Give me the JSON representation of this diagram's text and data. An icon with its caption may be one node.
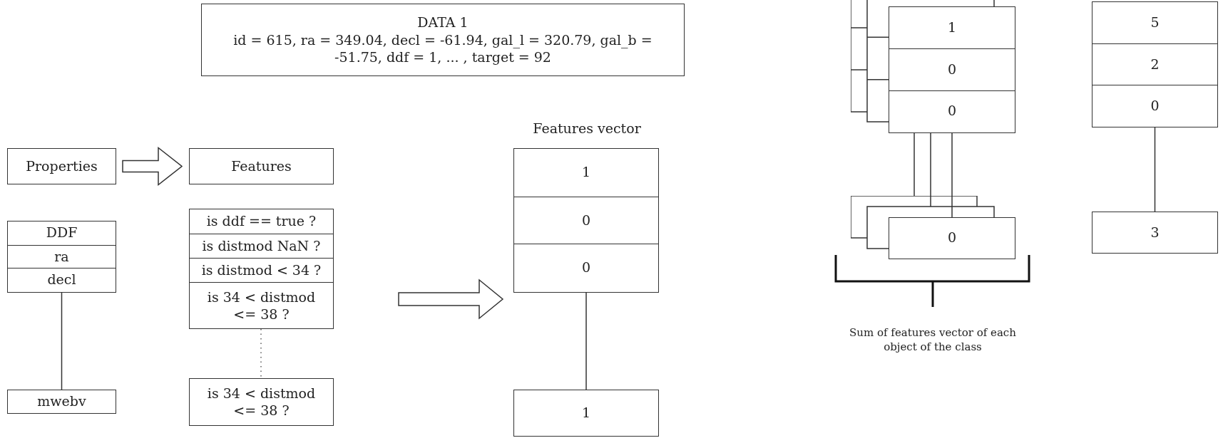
{
  "diagram": {
    "nodes": [
      {
        "text": [
          "DATA 1",
          "id = 615, ra = 349.04, decl = -61.94, gal_l = 320.79, gal_b = -51.75, ddf = 1, ... , target = 92"
        ]
      },
      {
        "text": [
          "Properties"
        ]
      },
      {
        "text": [
          "Features"
        ]
      },
      {
        "text": [
          "DDF",
          "ra",
          "decl"
        ]
      },
      {
        "text": [
          "mwebv"
        ]
      },
      {
        "text": [
          "is ddf == true ?",
          "is distmod NaN ?",
          "is distmod < 34 ?",
          "is 34 < distmod <= 38 ?"
        ]
      },
      {
        "text": [
          "is 34 < distmod <= 38 ?"
        ]
      },
      {
        "text": [
          "1",
          "0",
          "0"
        ],
        "beside": [
          "Features vector"
        ]
      },
      {
        "text": [
          "1"
        ]
      },
      {
        "text": [
          "1",
          "0",
          "0"
        ]
      },
      {
        "text": [
          "0"
        ]
      },
      {
        "text": [
          "5",
          "2",
          "0"
        ]
      },
      {
        "text": [
          "3"
        ]
      }
    ],
    "edges": [
      {
        "from": 1,
        "to": 2,
        "arrow": "to",
        "style": "thick"
      },
      {
        "from": 3,
        "to": 4,
        "arrow": "none"
      },
      {
        "from": 5,
        "to": 6,
        "arrow": "none",
        "style": "dashed"
      },
      {
        "from": 5,
        "to": 7,
        "arrow": "to",
        "style": "thick"
      },
      {
        "from": 7,
        "to": 8,
        "arrow": "none"
      },
      {
        "from": 9,
        "to": 10,
        "arrow": "none"
      },
      {
        "from": 9,
        "to": 10,
        "arrow": "none"
      },
      {
        "from": 9,
        "to": 10,
        "arrow": "none"
      },
      {
        "from": 11,
        "to": 12,
        "arrow": "none"
      }
    ],
    "labels": [
      "Sum of features vector of each object of the class"
    ]
  }
}
